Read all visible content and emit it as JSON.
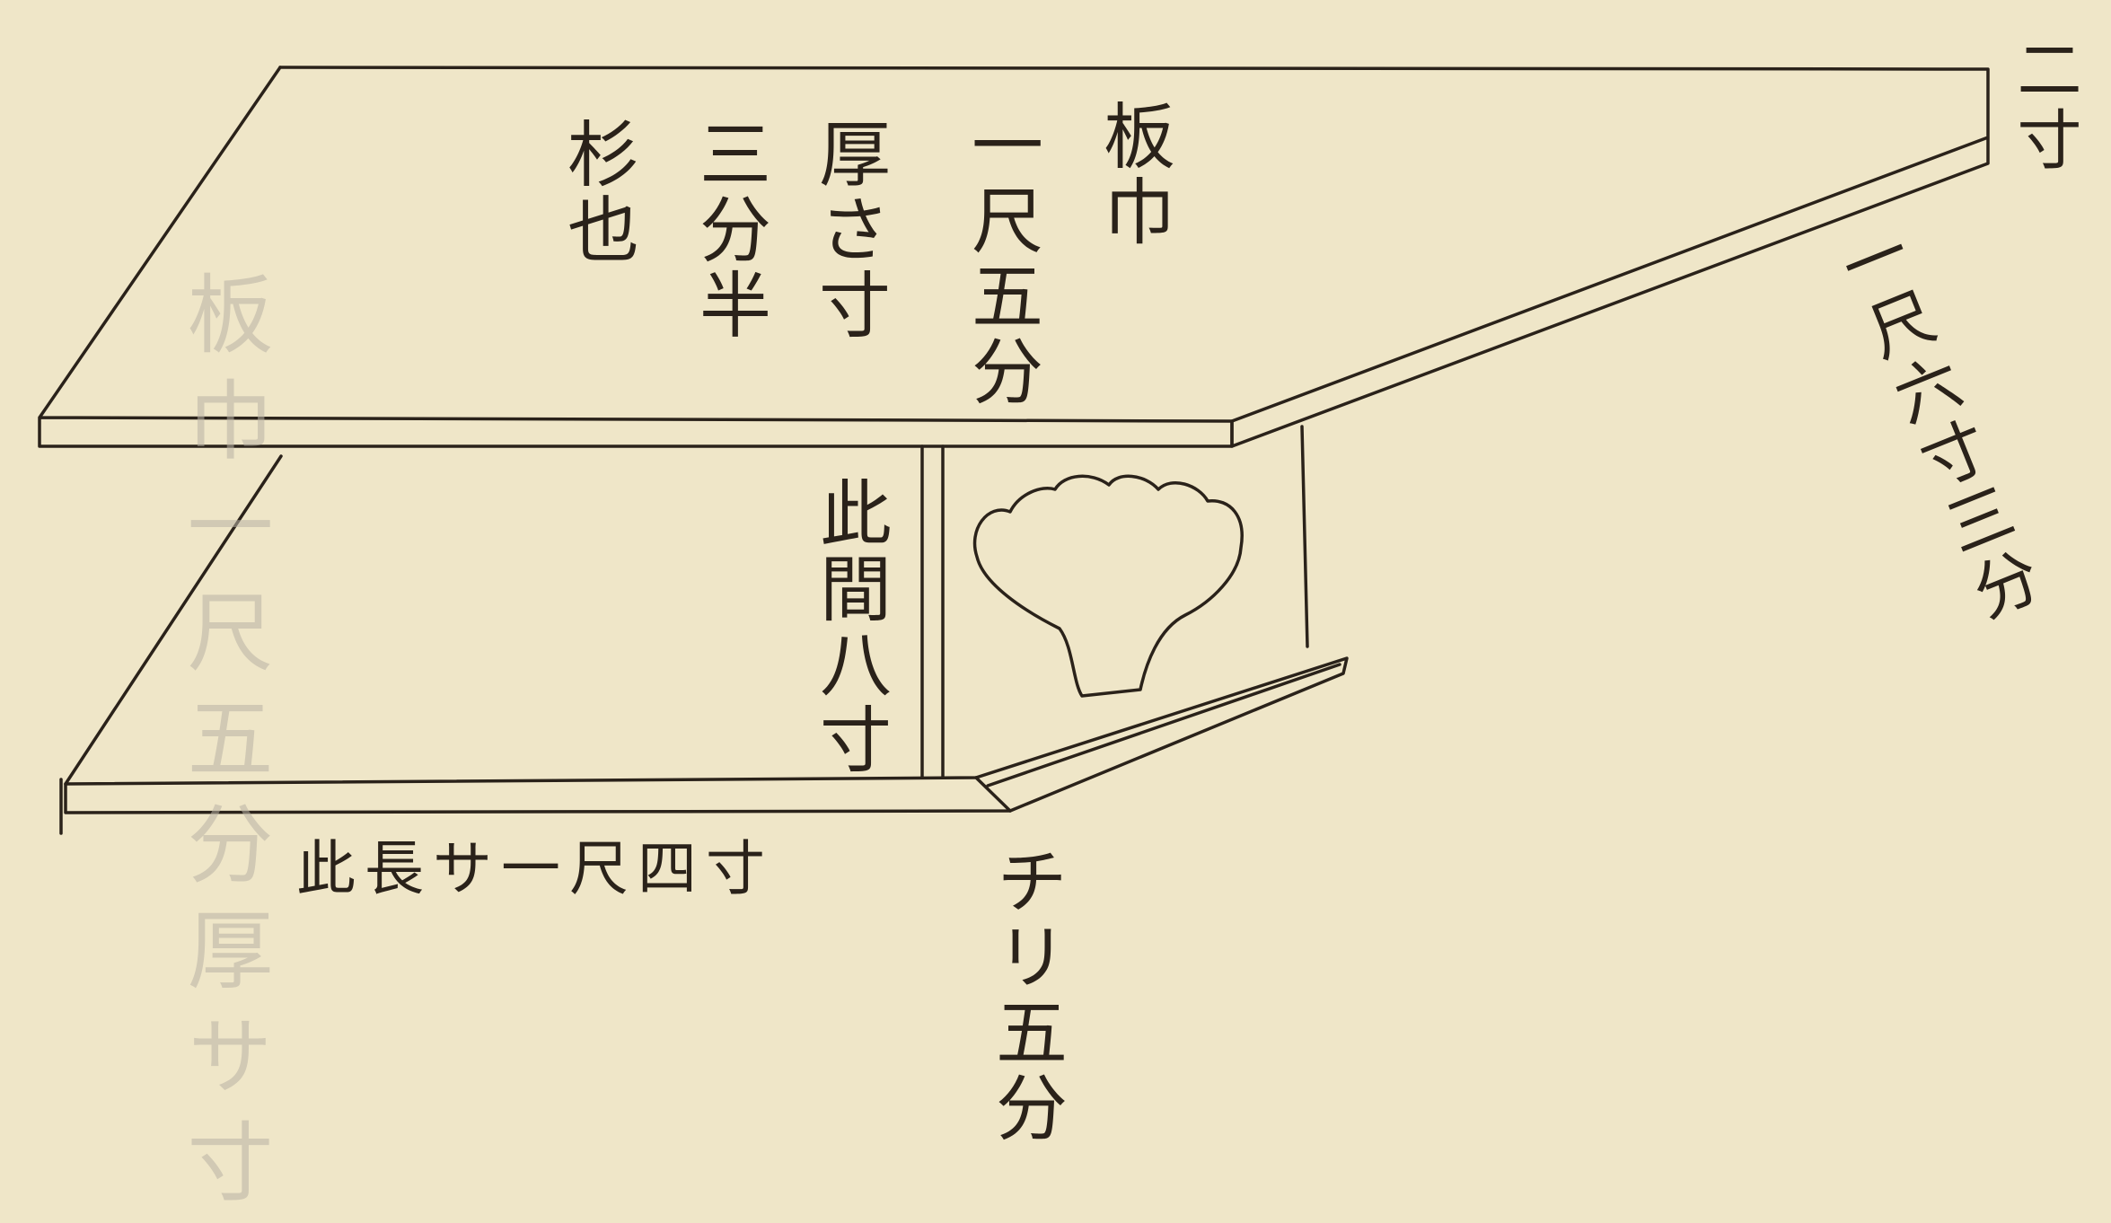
{
  "paper_color": "#efe6c8",
  "ink_color": "#2a221a",
  "labels": {
    "col1": "板巾",
    "col2": "一尺五分",
    "col3": "厚さ寸",
    "col4": "三分半",
    "col5": "杉也",
    "top_right_thickness": "二寸",
    "slanted_edge": "一尺六寸三分",
    "gap_height": "此間八寸",
    "bottom_length": "此長サ一尺四寸",
    "lip": "チリ五分"
  },
  "bleed_through_text": "板巾一尺五分厚サ寸"
}
